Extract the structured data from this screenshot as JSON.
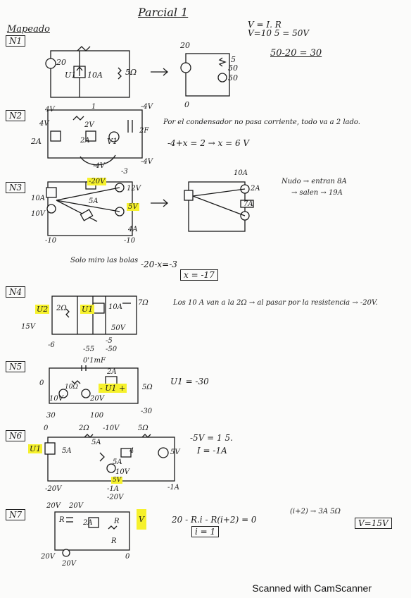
{
  "title": "Parcial 1",
  "section": "Mapeado",
  "problems": [
    {
      "id": "N1",
      "label": "N1",
      "notes": [
        "V = I. R",
        "V=10 5 = 50V",
        "50-20 = 30"
      ]
    },
    {
      "id": "N2",
      "label": "N2",
      "notes": [
        "Por el condensador no pasa corriente, todo va a 2 lado.",
        "-4+x = 2 → x = 6 V"
      ]
    },
    {
      "id": "N3",
      "label": "N3",
      "notes": [
        "Nudo → entran 8A",
        "→ salen → 19A",
        "Solo miro las bolas",
        "-20-x=-3",
        "x = -17"
      ]
    },
    {
      "id": "N4",
      "label": "N4",
      "notes": [
        "Los 10 A van a la 2Ω → al pasar por la resistencia → -20V."
      ]
    },
    {
      "id": "N5",
      "label": "N5",
      "notes": [
        "U1 = -30"
      ]
    },
    {
      "id": "N6",
      "label": "N6",
      "notes": [
        "-5V = 1 5.",
        "I = -1A"
      ]
    },
    {
      "id": "N7",
      "label": "N7",
      "notes": [
        "20 - R.i - R(i+2) = 0",
        "i = 1",
        "(i+2) → 3A 5Ω",
        "V=15V"
      ]
    }
  ],
  "circuit_labels": {
    "n1": {
      "v20": "20",
      "cur": "10A",
      "res": "5Ω",
      "u1": "U1",
      "out20": "20",
      "out5": "5",
      "out50a": "50",
      "out50b": "50",
      "zero": "0"
    },
    "n2": {
      "v4a": "4V",
      "v4b": "4V",
      "v2": "2V",
      "cap": "2F",
      "cur2a": "2A",
      "cur2b": "2A",
      "v1": "V1",
      "neg4a": "-4V",
      "neg4b": "-4V",
      "neg4c": "-4V",
      "one": "1"
    },
    "n3": {
      "c10a": "10A",
      "v10": "10V",
      "v12": "12V",
      "v5": "5V",
      "c5a": "5A",
      "c4a": "4A",
      "c7a": "7A",
      "c2a": "2A",
      "m10a": "-10",
      "m10b": "-10",
      "c10b": "10A",
      "c3": "-3",
      "m20": "-20V"
    },
    "n4": {
      "u2": "U2",
      "u1": "U1",
      "r22": "2Ω",
      "c10a": "10A",
      "r7": "7Ω",
      "v15": "15V",
      "v50": "50V",
      "neg5": "-5",
      "neg55": "-55",
      "neg50": "-50",
      "m6": "-6"
    },
    "n5": {
      "cap": "0'1mF",
      "c2a": "2A",
      "r10": "10Ω",
      "v10": "10V",
      "v20": "20V",
      "u1": "- U1 +",
      "r5": "5Ω",
      "v0": "0",
      "v30": "30",
      "v100": "100",
      "m30": "-30",
      "m20": "20"
    },
    "n6": {
      "v0": "0",
      "r2": "2Ω",
      "v10neg": "-10V",
      "r5a": "5Ω",
      "c5a": "5A",
      "u1": "U1",
      "c5b": "5A",
      "i4": "4",
      "c5c": "5A",
      "v10": "10V",
      "v5": "5V",
      "m20a": "-20V",
      "m20b": "-20V",
      "m1a": "-1A",
      "m1b": "-1A",
      "five": "5V"
    },
    "n7": {
      "v20a": "20V",
      "v20b": "20V",
      "r": "R",
      "r2": "R",
      "r3": "R",
      "c2a": "2A",
      "v": "V",
      "v20c": "20V",
      "v20d": "20V",
      "zero": "0"
    }
  },
  "watermark": "Scanned with CamScanner"
}
